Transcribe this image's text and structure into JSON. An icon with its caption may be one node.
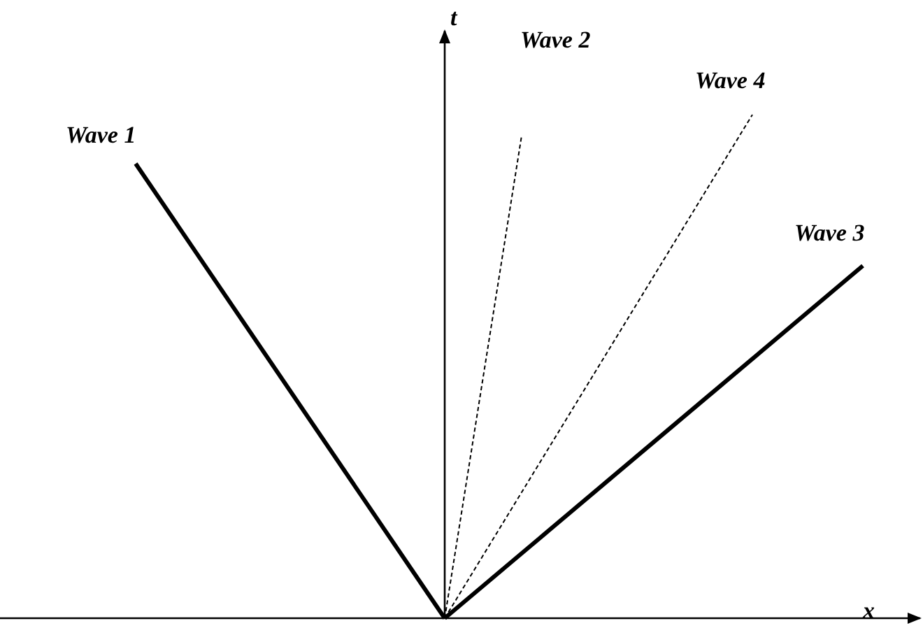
{
  "diagram": {
    "labels": [
      "t",
      "Wave 2",
      "Wave 1",
      "Wave 4",
      "Wave 3",
      "x"
    ]
  }
}
